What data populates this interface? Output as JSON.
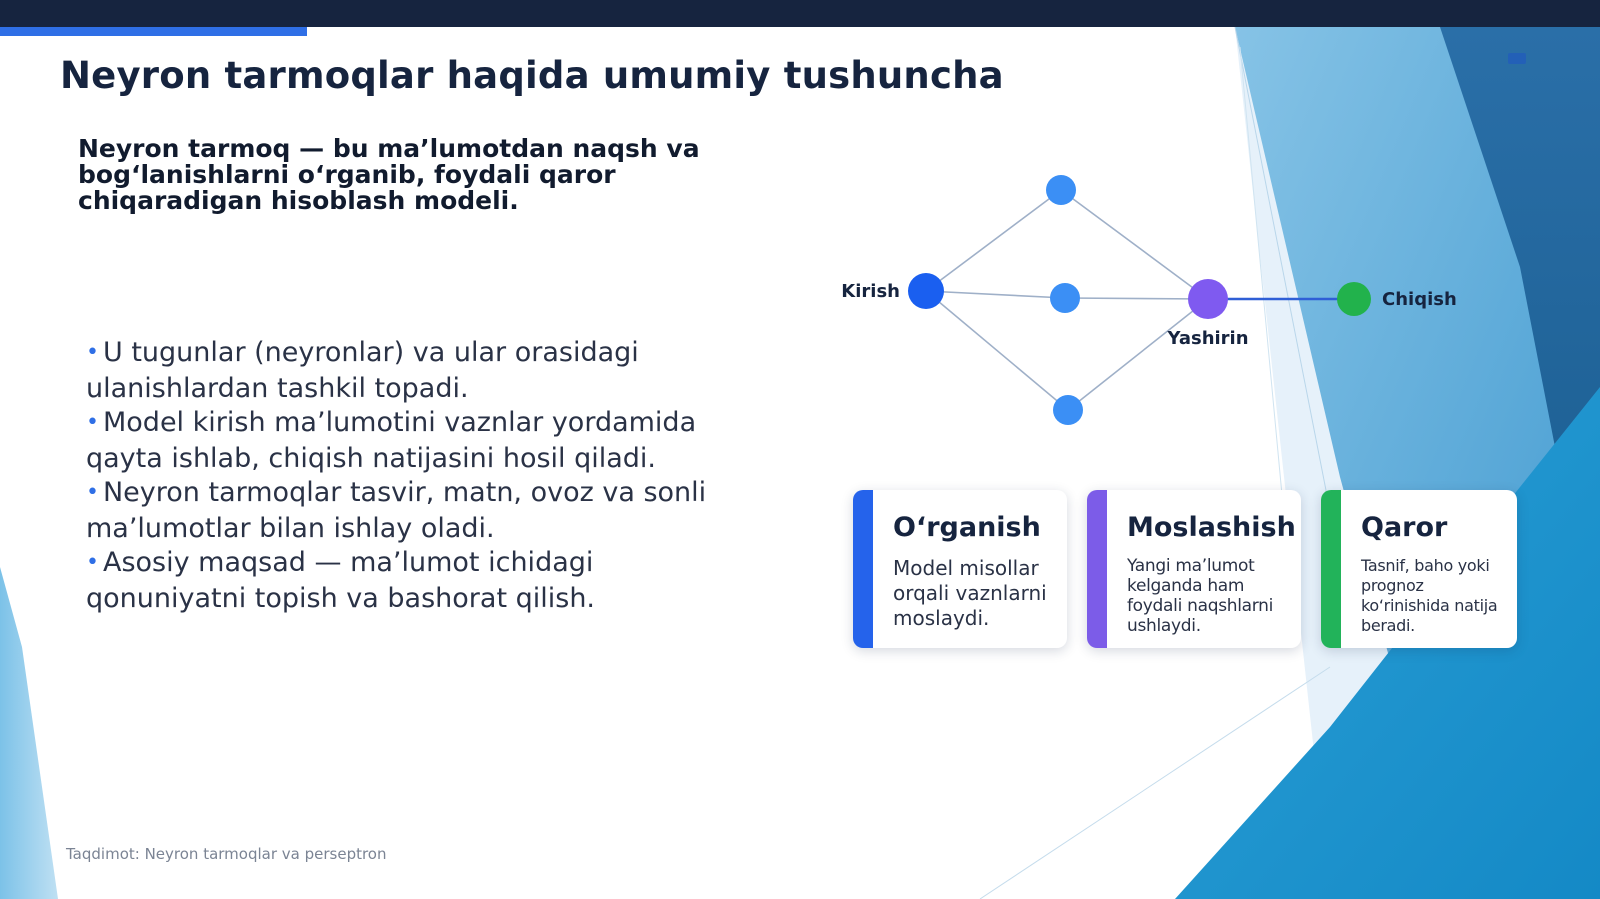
{
  "slide": {
    "title": "Neyron tarmoqlar haqida umumiy tushuncha",
    "lead": "Neyron tarmoq — bu ma’lumotdan naqsh va bog‘lanishlarni o‘rganib, foydali qaror chiqaradigan hisoblash modeli.",
    "bullets": [
      "U tugunlar (neyronlar) va ular orasidagi ulanishlardan tashkil topadi.",
      "Model kirish ma’lumotini vaznlar yordamida qayta ishlab, chiqish natijasini hosil qiladi.",
      "Neyron tarmoqlar tasvir, matn, ovoz va sonli ma’lumotlar bilan ishlay oladi.",
      "Asosiy maqsad — ma’lumot ichidagi qonuniyatni topish va bashorat qilish."
    ],
    "bullet_marker": "•",
    "footer": "Taqdimot: Neyron tarmoqlar va perseptron"
  },
  "diagram": {
    "labels": {
      "input": "Kirish",
      "hidden": "Yashirin",
      "output": "Chiqish"
    },
    "colors": {
      "input": "#1a5ff0",
      "hidden_small": "#3b8ff5",
      "hidden_main": "#7f5af0",
      "output": "#22b24c",
      "edge": "#9fb0c8",
      "edge_strong": "#2f5fd6"
    }
  },
  "cards": [
    {
      "title": "O‘rganish",
      "text": "Model misollar orqali vaznlarni moslaydi.",
      "color": "#2563eb"
    },
    {
      "title": "Moslashish",
      "text": "Yangi ma’lumot kelganda ham foydali naqshlarni ushlaydi.",
      "color": "#7c5ce8"
    },
    {
      "title": "Qaror",
      "text": "Tasnif, baho yoki prognoz ko‘rinishida natija beradi.",
      "color": "#22b35a"
    }
  ],
  "theme": {
    "accent": "#2f6fe6",
    "dark": "#16243f"
  }
}
